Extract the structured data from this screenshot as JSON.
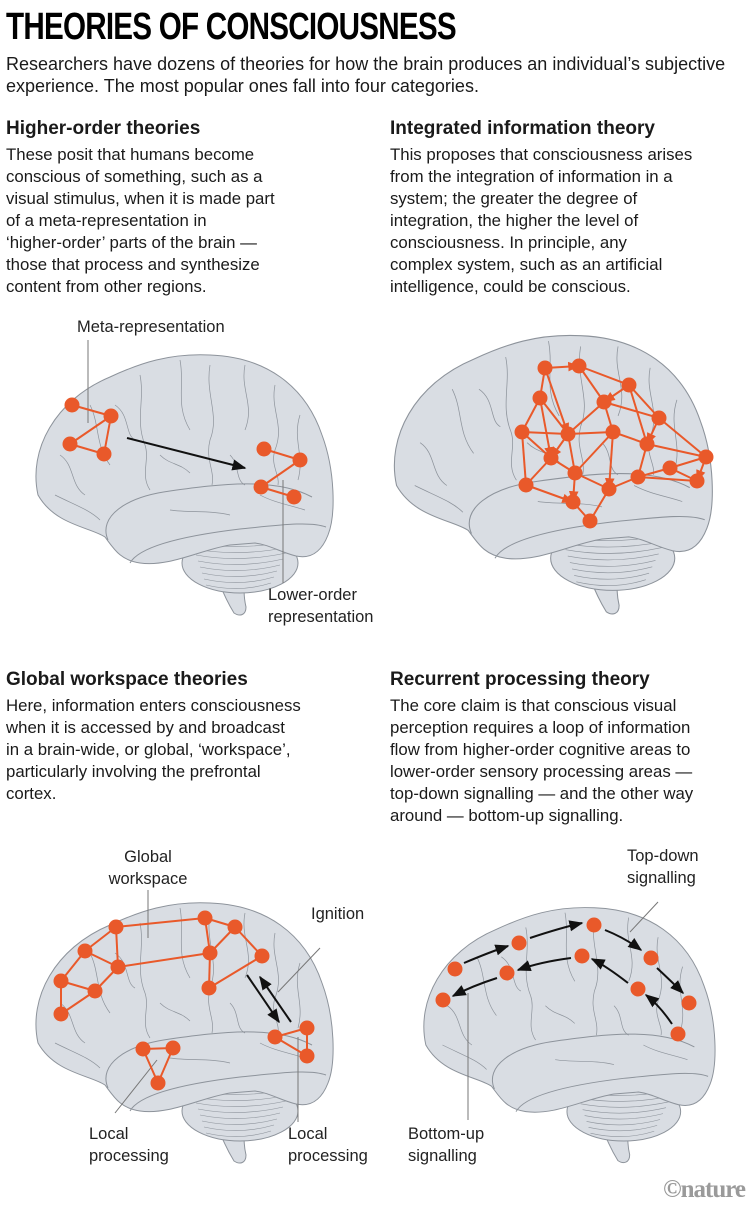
{
  "title": "THEORIES OF CONSCIOUSNESS",
  "subtitle": "Researchers have dozens of theories for how the brain produces an individual’s subjective experience. The most popular ones fall into four categories.",
  "colors": {
    "accent": "#e9592a",
    "brain_fill": "#d9dde3",
    "brain_stroke": "#8d939b"
  },
  "sections": [
    {
      "heading": "Higher-order theories",
      "lines": [
        "These posit that humans become",
        "conscious of something, such as a",
        "visual stimulus, when it is made part",
        "of a meta-representation in",
        "‘higher-order’ parts of the brain —",
        "those that process and synthesize",
        "content from other regions."
      ],
      "labels": {
        "a1": "Meta-representation",
        "b1": "Lower-order",
        "b2": "representation"
      }
    },
    {
      "heading": "Integrated information theory",
      "lines": [
        "This proposes that consciousness arises",
        "from the integration of information in a",
        "system; the greater the degree of",
        "integration, the higher the level of",
        "consciousness. In principle, any",
        "complex system, such as an artificial",
        "intelligence, could be conscious."
      ]
    },
    {
      "heading": "Global workspace theories",
      "lines": [
        "Here, information enters consciousness",
        "when it is accessed by and broadcast",
        "in a brain-wide, or global, ‘workspace’,",
        "particularly involving the prefrontal",
        "cortex."
      ],
      "labels": {
        "g1": "Global",
        "g2": "workspace",
        "ign": "Ignition",
        "l1": "Local",
        "l2": "processing",
        "r1": "Local",
        "r2": "processing"
      }
    },
    {
      "heading": "Recurrent processing theory",
      "lines": [
        "The core claim is that conscious visual",
        "perception requires a loop of information",
        "flow from higher-order cognitive areas to",
        "lower-order sensory processing areas —",
        "top-down signalling — and the other way",
        "around — bottom-up signalling."
      ],
      "labels": {
        "t1": "Top-down",
        "t2": "signalling",
        "u1": "Bottom-up",
        "u2": "signalling"
      }
    }
  ],
  "credit": "©nature"
}
